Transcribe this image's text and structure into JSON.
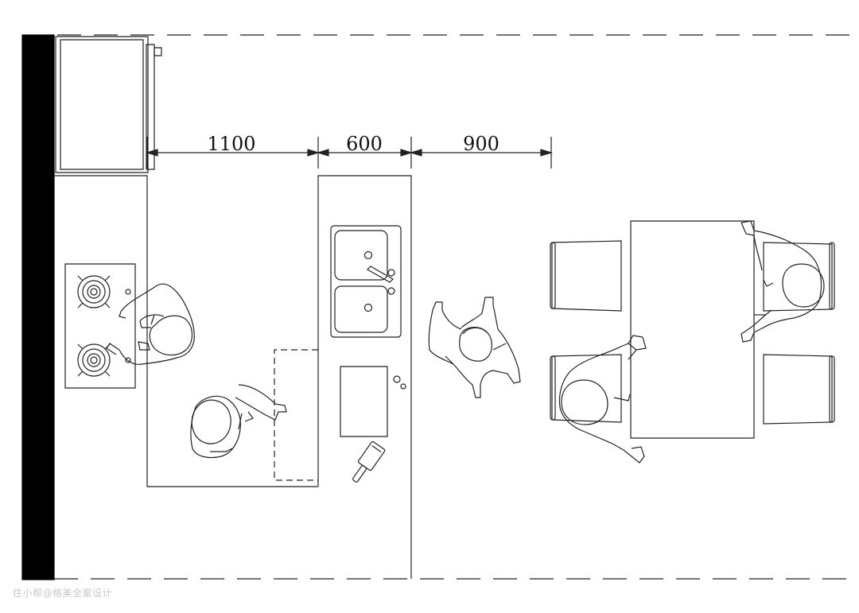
{
  "plan": {
    "dimensions": [
      {
        "id": "aisle",
        "label": "1100"
      },
      {
        "id": "island",
        "label": "600"
      },
      {
        "id": "passage",
        "label": "900"
      }
    ],
    "line_color": "#222222",
    "wall_color": "#000000"
  },
  "watermark": "住小帮@格美全案设计"
}
